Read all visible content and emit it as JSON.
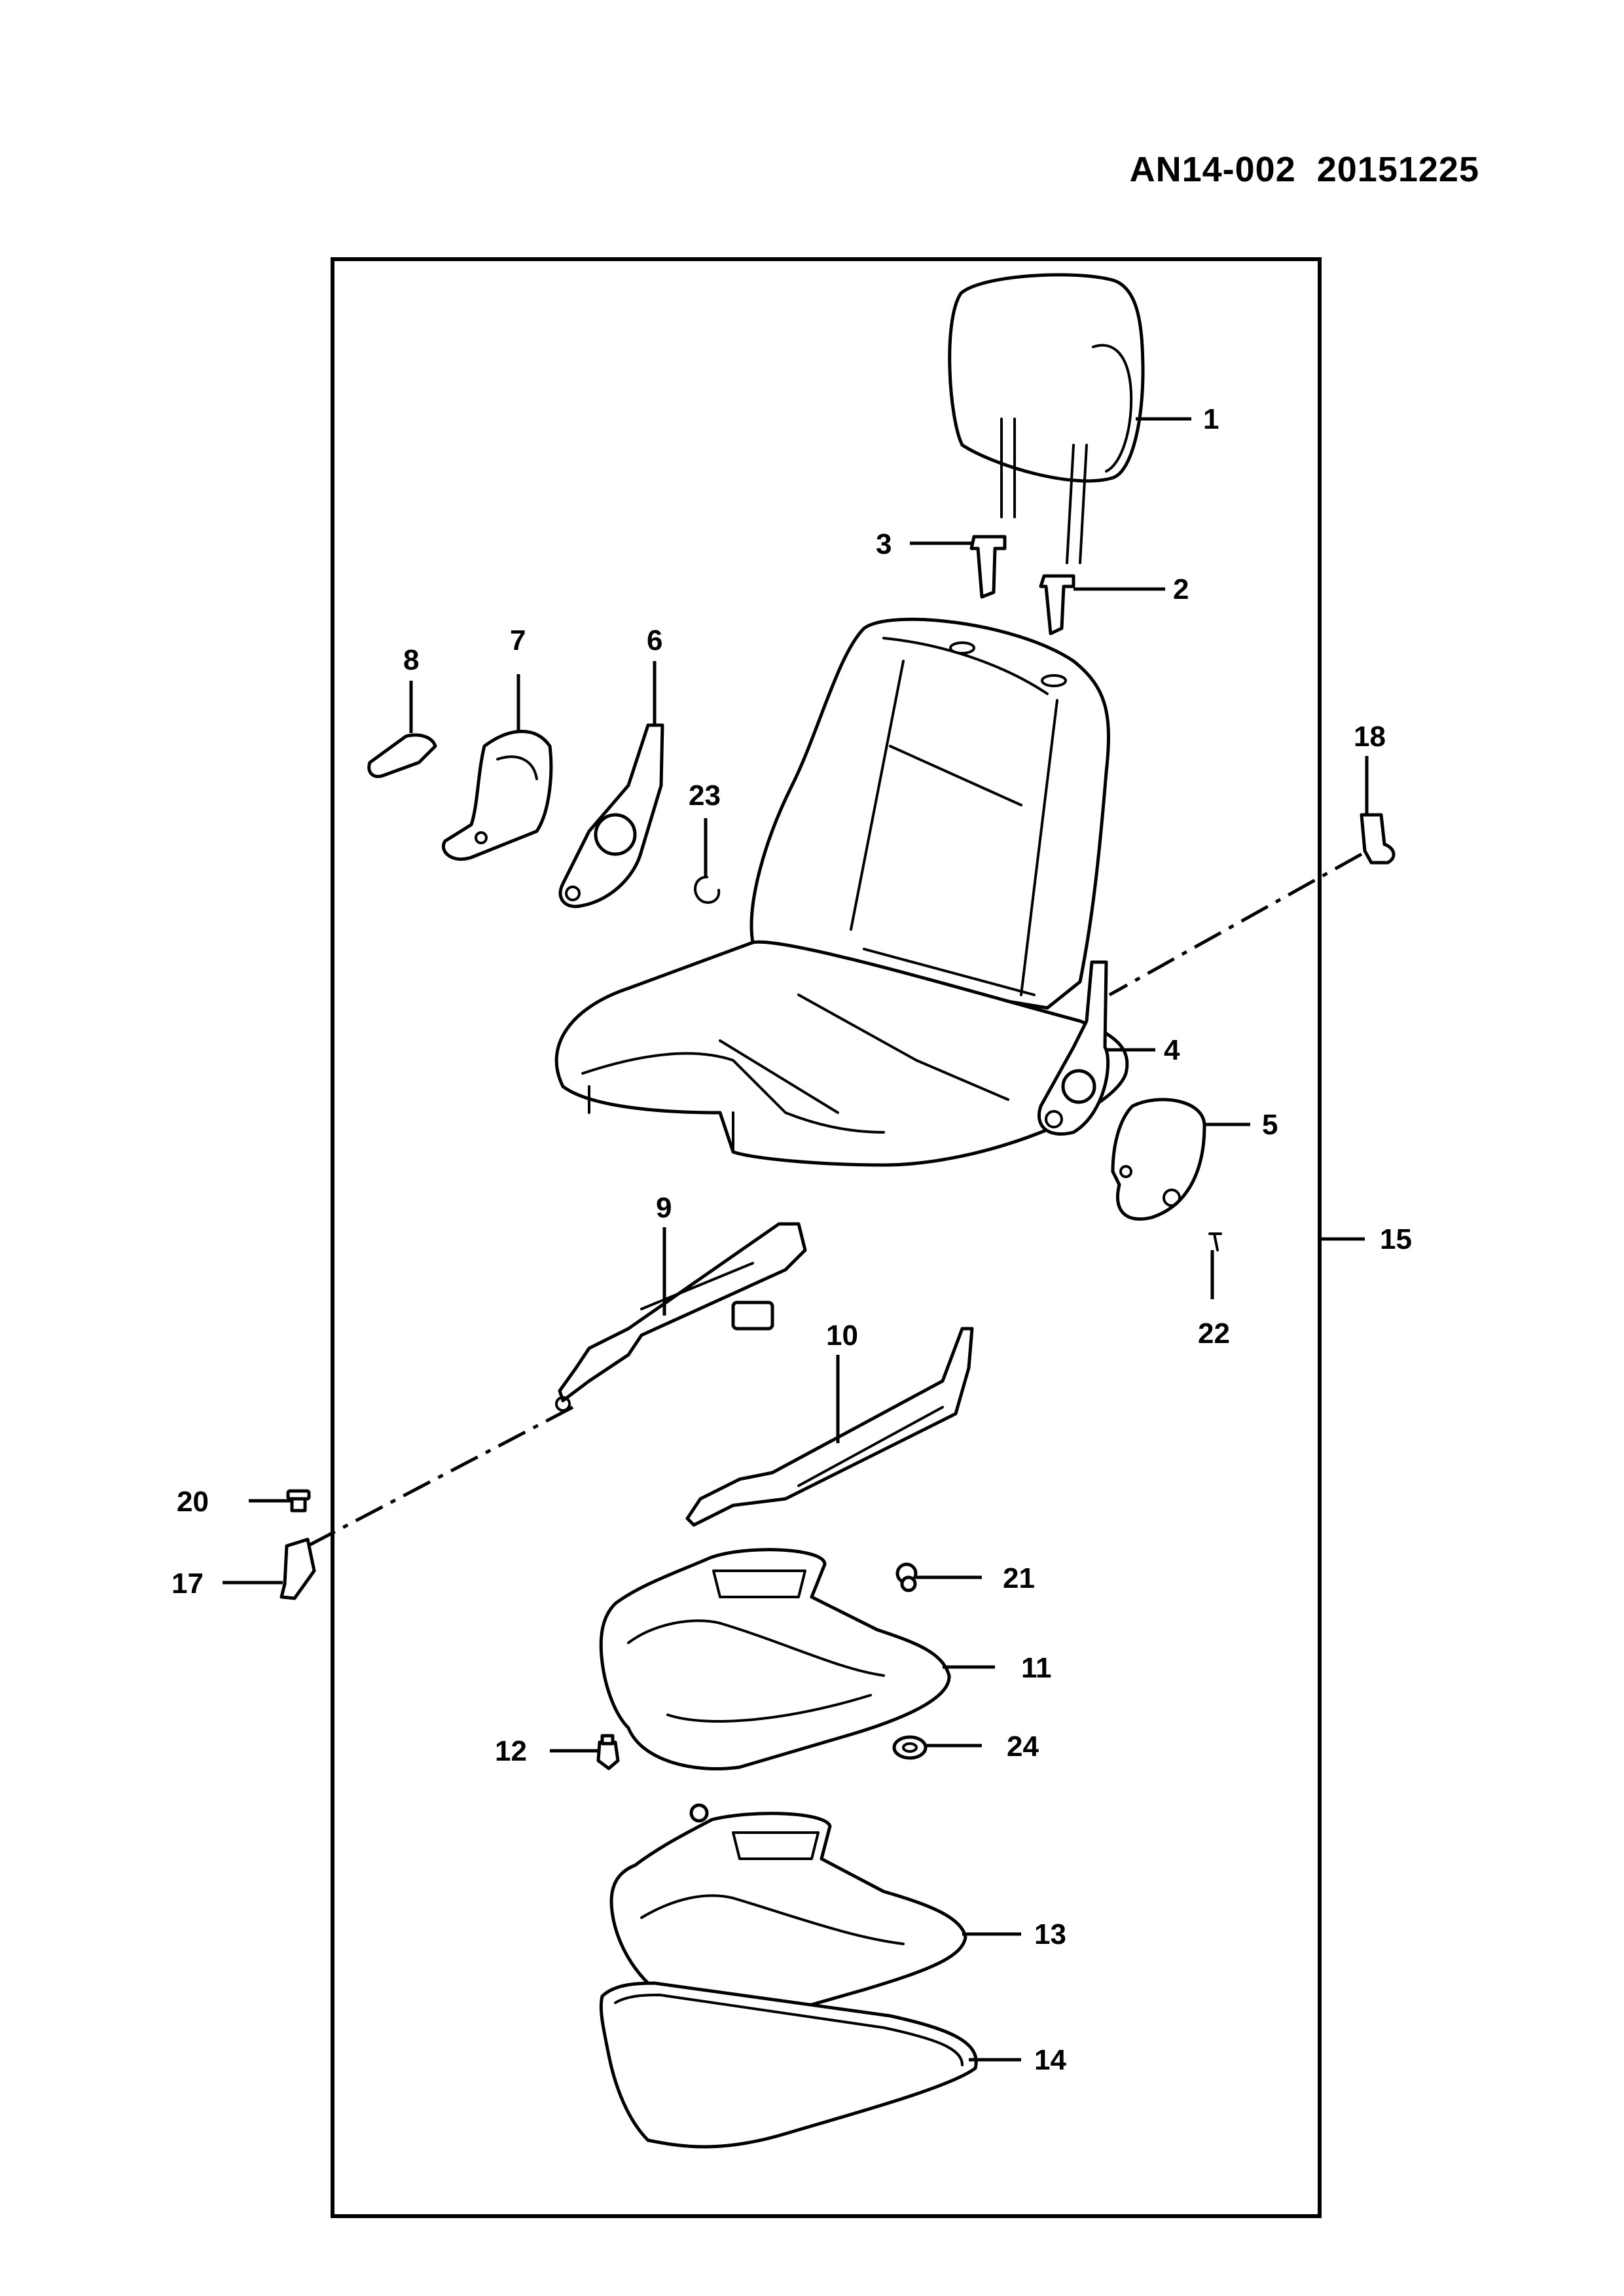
{
  "sheet": {
    "title": "AN14-002  20151225"
  },
  "callouts": {
    "c1": "1",
    "c2": "2",
    "c3": "3",
    "c4": "4",
    "c5": "5",
    "c6": "6",
    "c7": "7",
    "c8": "8",
    "c9": "9",
    "c10": "10",
    "c11": "11",
    "c12": "12",
    "c13": "13",
    "c14": "14",
    "c15": "15",
    "c17": "17",
    "c18": "18",
    "c20": "20",
    "c21": "21",
    "c22": "22",
    "c23": "23",
    "c24": "24"
  }
}
